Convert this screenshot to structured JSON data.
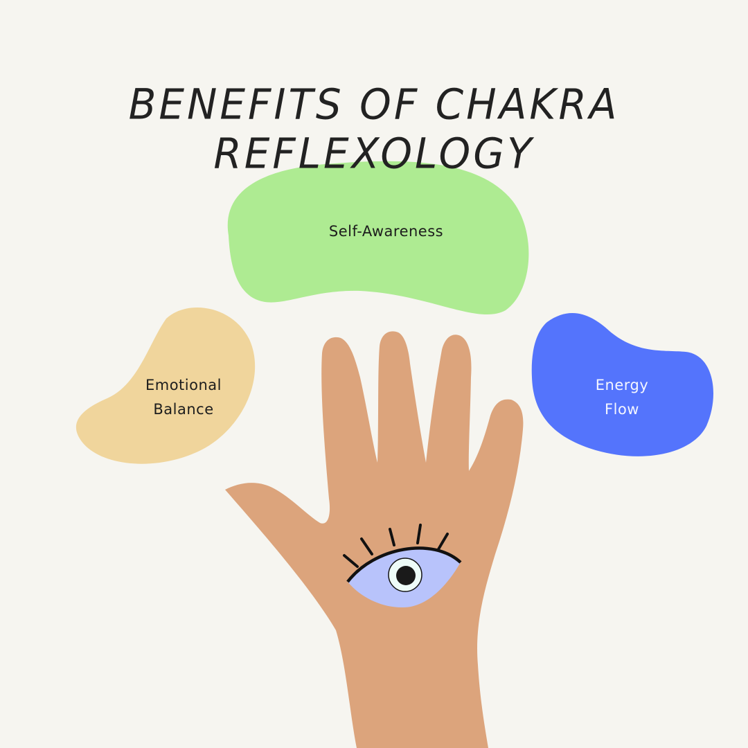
{
  "title": "BENEFITS OF CHAKRA REFLEXOLOGY",
  "benefits": [
    {
      "label": "Self-Awareness",
      "color": "#aeeb92"
    },
    {
      "label": "Emotional Balance",
      "line1": "Emotional",
      "line2": "Balance",
      "color": "#f0d59c"
    },
    {
      "label": "Energy Flow",
      "line1": "Energy",
      "line2": "Flow",
      "color": "#5474fc"
    }
  ],
  "illustration": {
    "hand_color": "#dca47c",
    "eye_color": "#b8c3fb",
    "icon": "hand-with-eye-icon"
  }
}
